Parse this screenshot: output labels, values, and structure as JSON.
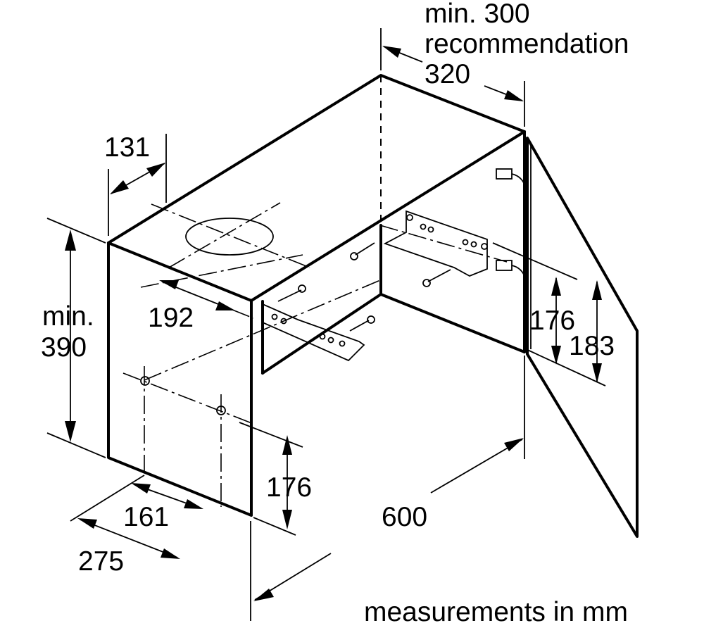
{
  "labels": {
    "min_300": "min. 300",
    "recommendation": "recommendation",
    "rec_320": "320",
    "w_131": "131",
    "h_min": "min.",
    "h_390": "390",
    "d_192": "192",
    "d_176_door": "176",
    "d_183": "183",
    "d_176_side": "176",
    "d_161": "161",
    "d_275": "275",
    "d_600": "600",
    "units_note": "measurements in mm"
  }
}
